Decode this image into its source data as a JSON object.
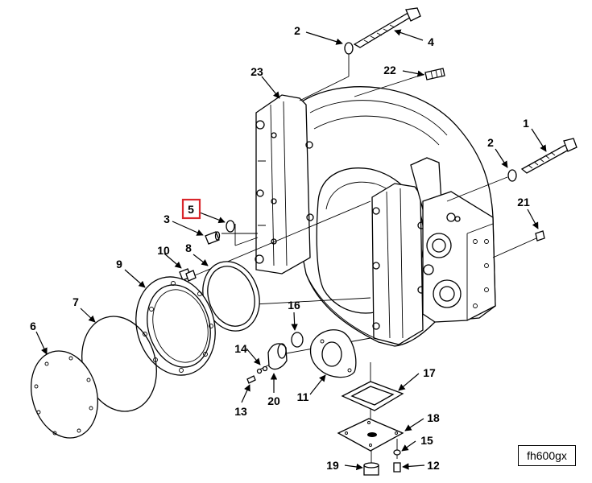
{
  "figure_code": "fh600gx",
  "highlighted_callout": "5",
  "callouts": [
    {
      "id": "c1",
      "label": "1"
    },
    {
      "id": "c2a",
      "label": "2"
    },
    {
      "id": "c2b",
      "label": "2"
    },
    {
      "id": "c3",
      "label": "3"
    },
    {
      "id": "c4",
      "label": "4"
    },
    {
      "id": "c5",
      "label": "5"
    },
    {
      "id": "c6",
      "label": "6"
    },
    {
      "id": "c7",
      "label": "7"
    },
    {
      "id": "c8",
      "label": "8"
    },
    {
      "id": "c9",
      "label": "9"
    },
    {
      "id": "c10",
      "label": "10"
    },
    {
      "id": "c11",
      "label": "11"
    },
    {
      "id": "c12",
      "label": "12"
    },
    {
      "id": "c13",
      "label": "13"
    },
    {
      "id": "c14",
      "label": "14"
    },
    {
      "id": "c15",
      "label": "15"
    },
    {
      "id": "c16",
      "label": "16"
    },
    {
      "id": "c17",
      "label": "17"
    },
    {
      "id": "c18",
      "label": "18"
    },
    {
      "id": "c19",
      "label": "19"
    },
    {
      "id": "c20",
      "label": "20"
    },
    {
      "id": "c21",
      "label": "21"
    },
    {
      "id": "c22",
      "label": "22"
    },
    {
      "id": "c23",
      "label": "23"
    }
  ],
  "colors": {
    "highlight": "#d9262b",
    "ink": "#000000",
    "paper": "#ffffff"
  }
}
